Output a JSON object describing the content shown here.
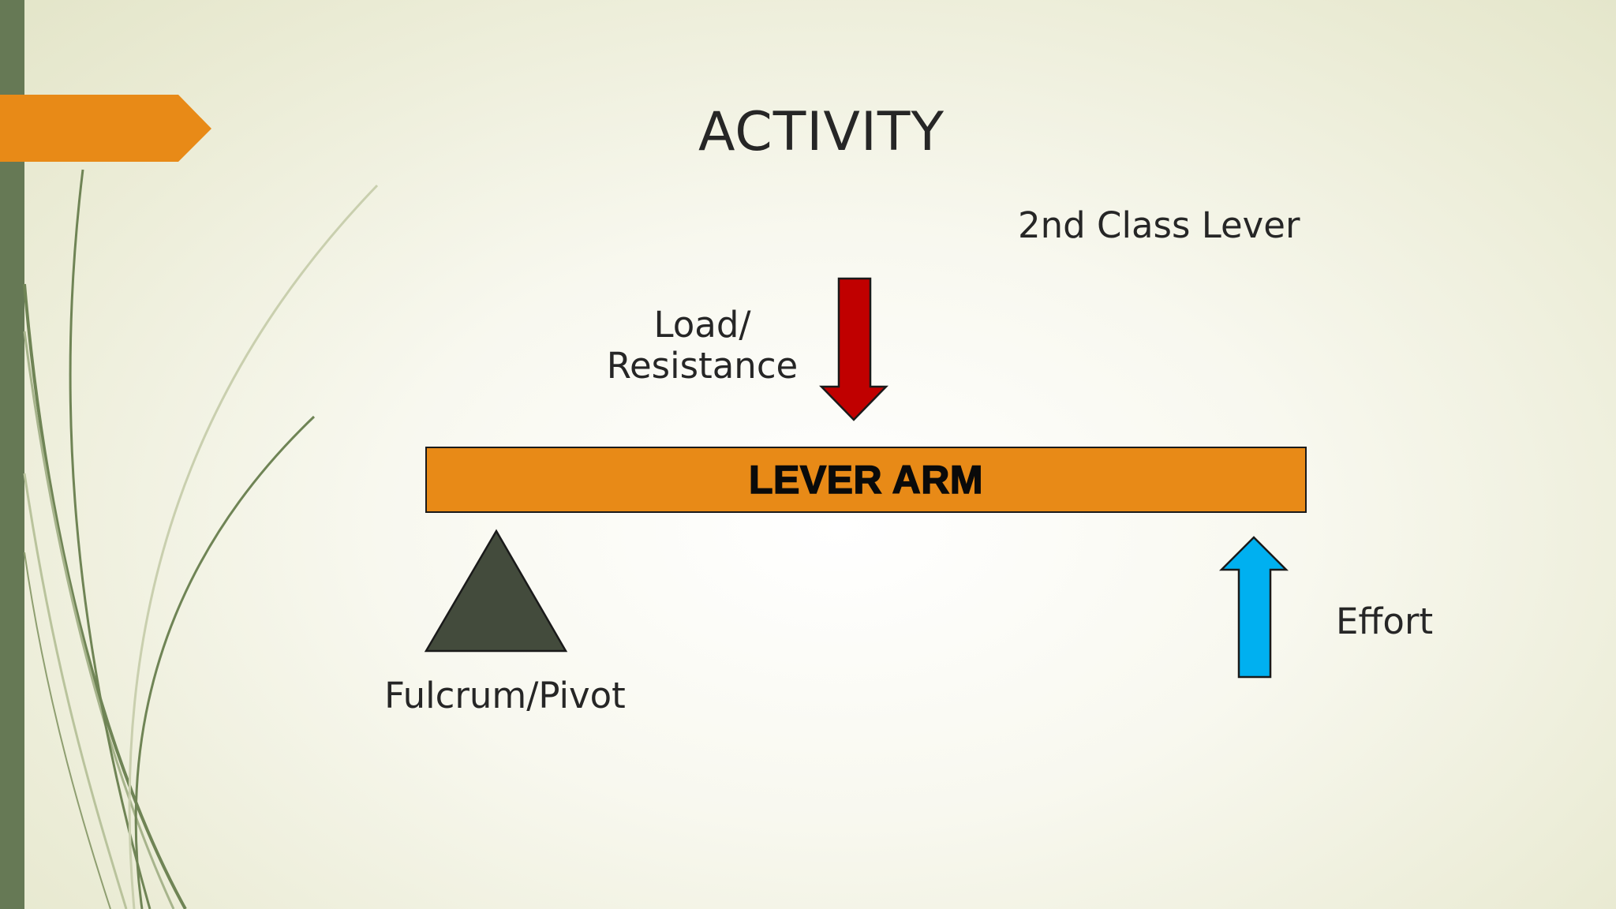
{
  "slide": {
    "title": "ACTIVITY",
    "subtitle": "2nd Class Lever"
  },
  "labels": {
    "load_line1": "Load/",
    "load_line2": "Resistance",
    "lever_arm": "LEVER ARM",
    "effort": "Effort",
    "fulcrum": "Fulcrum/Pivot"
  },
  "colors": {
    "accent_orange": "#e88a17",
    "side_bar_green": "#667955",
    "load_arrow_red": "#c00000",
    "effort_arrow_blue": "#00b0f0",
    "fulcrum_dark": "#434b3c",
    "text": "#262626"
  }
}
